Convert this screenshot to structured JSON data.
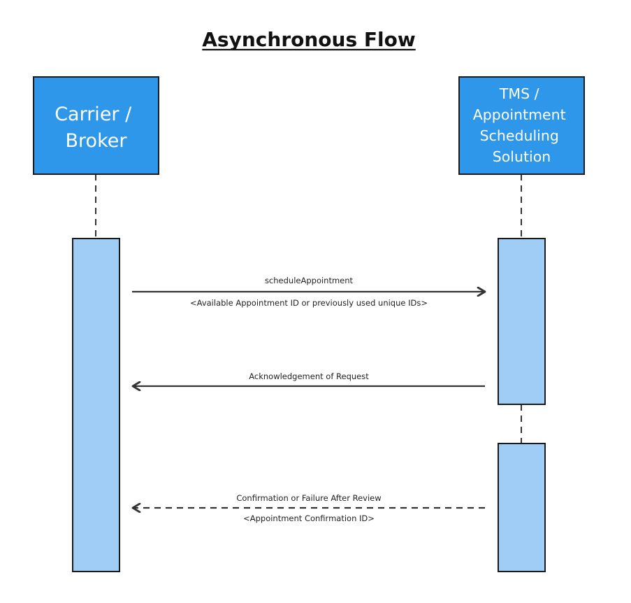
{
  "title": "Asynchronous Flow",
  "actors": {
    "left": {
      "lines": [
        "Carrier /",
        "Broker"
      ]
    },
    "right": {
      "lines": [
        "TMS /",
        "Appointment",
        "Scheduling",
        "Solution"
      ]
    }
  },
  "messages": [
    {
      "label": "scheduleAppointment",
      "sublabel": "<Available Appointment ID or previously used unique IDs>",
      "direction": "right",
      "style": "solid"
    },
    {
      "label": "Acknowledgement of Request",
      "sublabel": "",
      "direction": "left",
      "style": "solid"
    },
    {
      "label": "Confirmation or Failure After Review",
      "sublabel": "<Appointment Confirmation ID>",
      "direction": "left",
      "style": "dashed"
    }
  ],
  "colors": {
    "actor_fill": "#2F97EA",
    "activation_fill": "#A0CDF5",
    "stroke": "#1a1a1a",
    "arrow": "#333333"
  }
}
